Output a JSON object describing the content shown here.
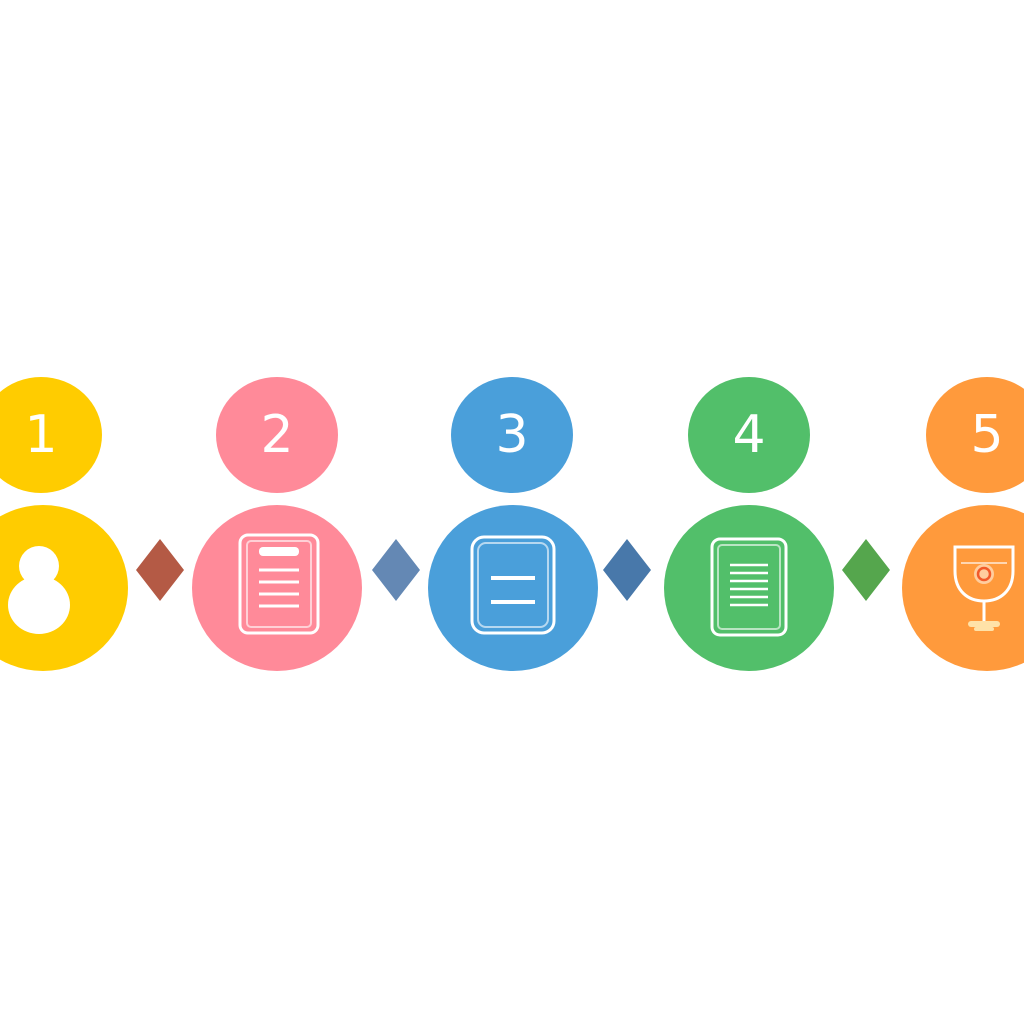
{
  "steps": [
    {
      "number": "1",
      "color": "#FFCC00",
      "icon": "person-icon"
    },
    {
      "number": "2",
      "color": "#FF8A99",
      "icon": "document-header-icon"
    },
    {
      "number": "3",
      "color": "#4A9FDA",
      "icon": "card-icon"
    },
    {
      "number": "4",
      "color": "#52BF6A",
      "icon": "document-lines-icon"
    },
    {
      "number": "5",
      "color": "#FF9A3C",
      "icon": "goblet-icon"
    }
  ],
  "connectors": [
    {
      "color": "#B45A45"
    },
    {
      "color": "#6488B4"
    },
    {
      "color": "#4878AA"
    },
    {
      "color": "#55A64D"
    }
  ]
}
